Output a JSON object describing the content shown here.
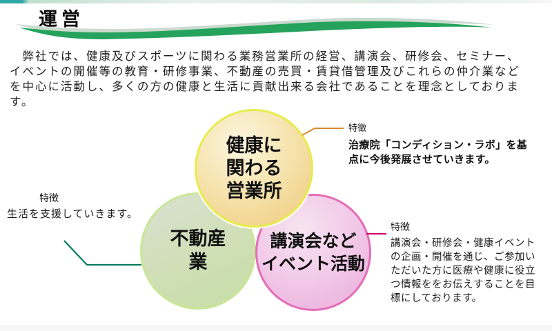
{
  "header": {
    "title": "運営"
  },
  "intro": {
    "text": "　弊社では、健康及びスポーツに関わる業務営業所の経営、講演会、研修会、セミナー、\nイベントの開催等の教育・研修事業、不動産の売買・賃貸借管理及びこれらの仲介業など\nを中心に活動し、多くの方の健康と生活に貢献出来る会社であることを理念としておりま\nす。"
  },
  "circles": [
    {
      "name": "health-office",
      "label": "健康に\n関わる\n営業所",
      "border_color": "#e7ec4e",
      "fill_color": "#f3d98f"
    },
    {
      "name": "real-estate",
      "label": "不動産\n業",
      "border_color": "#c9e696",
      "fill_color": "#cfdfb6"
    },
    {
      "name": "events",
      "label": "講演会など\nイベント活動",
      "border_color": "#e26db7",
      "fill_color": "#f2c9e8"
    }
  ],
  "annotations": [
    {
      "name": "health-office-feature",
      "heading": "特徴",
      "body": "治療院「コンディション・ラボ」を基\n点に今後発展させていきます。",
      "line_color": "#d98a2b"
    },
    {
      "name": "real-estate-feature",
      "heading": "特徴",
      "body": "生活を支援していきます。",
      "line_color": "#007a5e"
    },
    {
      "name": "events-feature",
      "heading": "特徴",
      "body": "講演会・研修会・健康イベント\nの企画・開催を通じ、ご参加い\nただいた方に医療や健康に役立\nつ情報ををお伝えすることを目\n標にしております。",
      "line_color": "#cc0066"
    }
  ],
  "decor": {
    "swoosh_color": "#25a35c",
    "swoosh_shadow_color": "#cbdacf",
    "top_bar_left_color": "#2ea7a7"
  }
}
